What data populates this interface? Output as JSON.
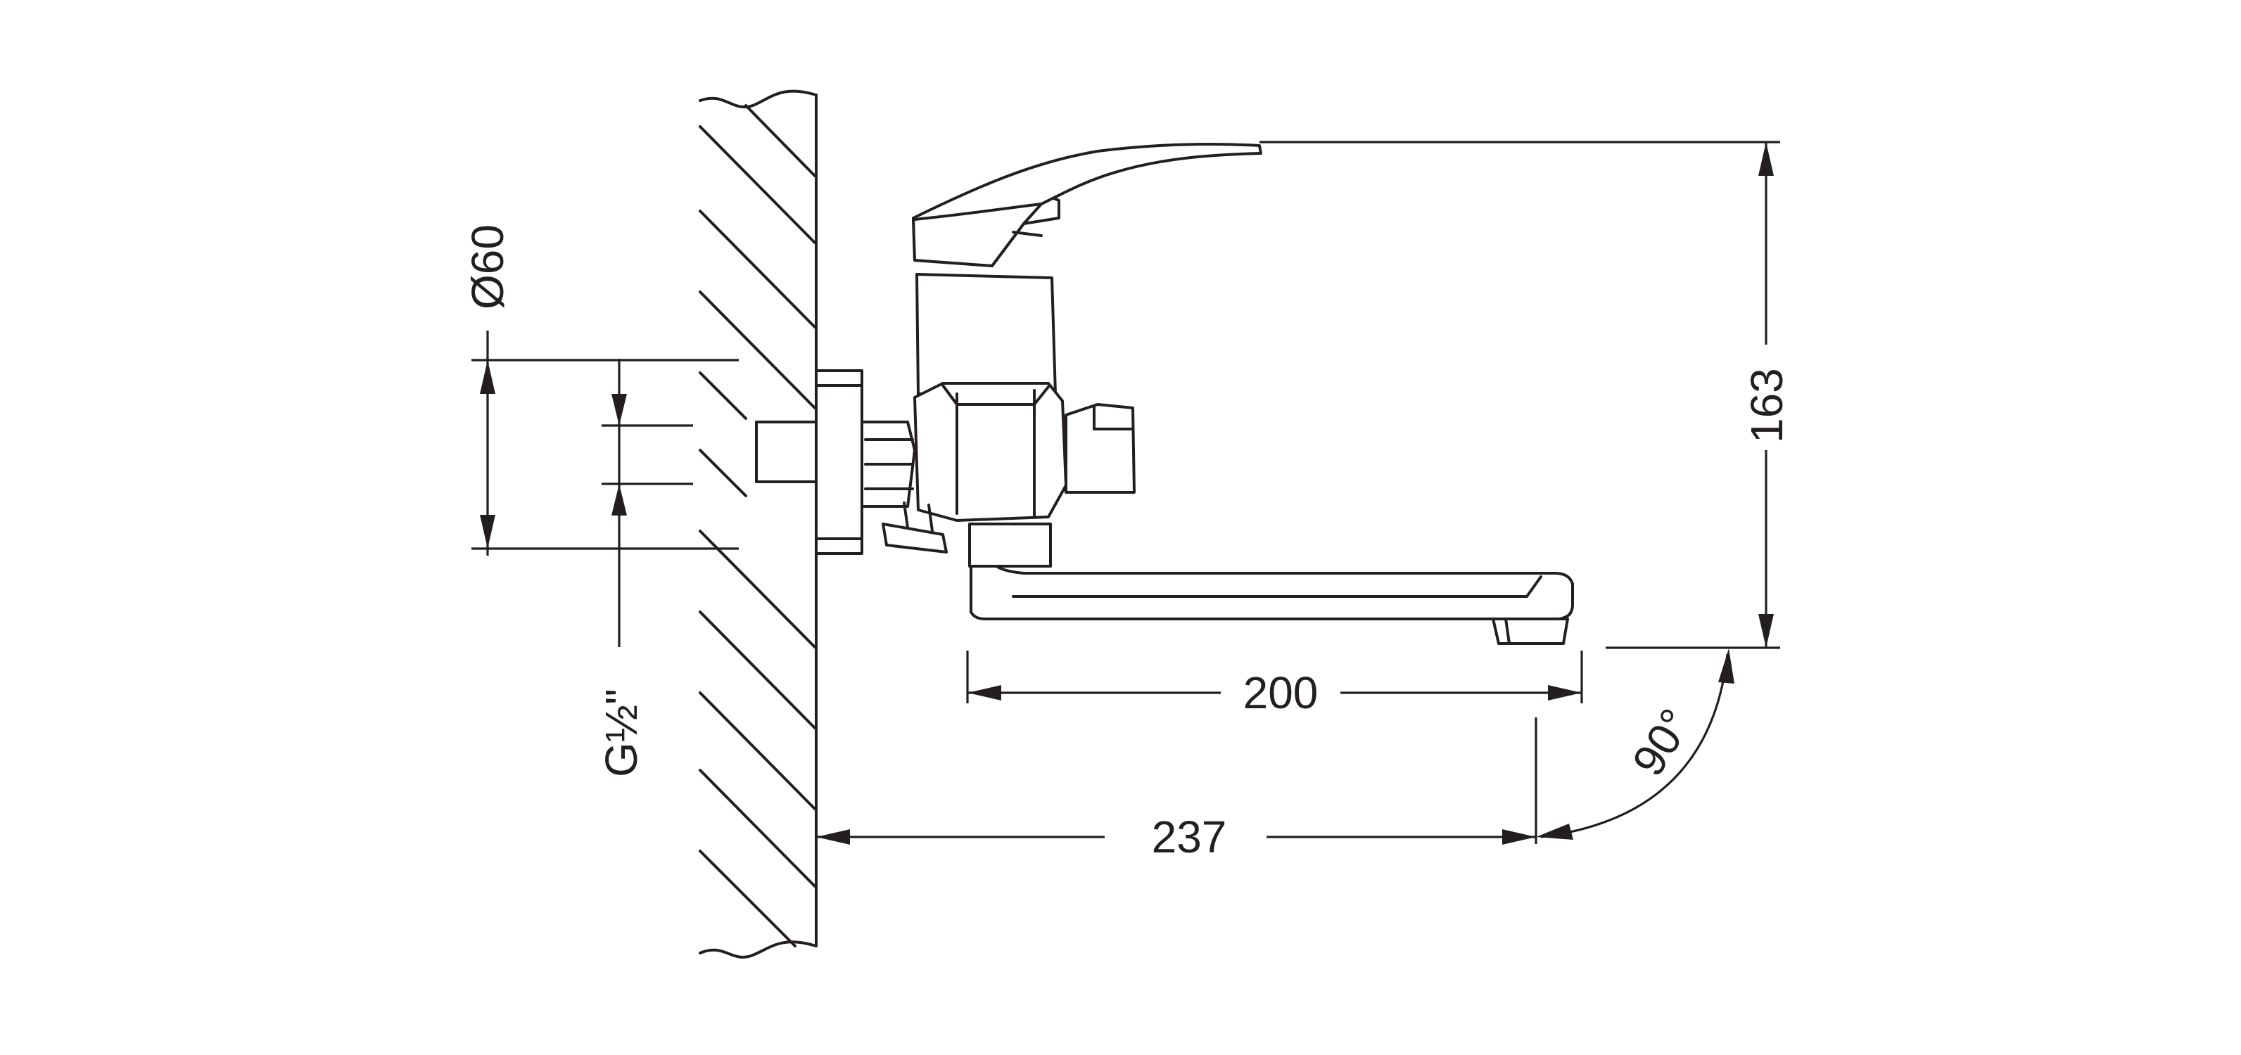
{
  "drawing": {
    "subject": "wall-mounted single-lever basin mixer",
    "dimensions": {
      "flange_diameter": "Ø60",
      "thread": "G½\"",
      "height": "163",
      "spout_reach": "200",
      "projection": "237",
      "swivel_angle": "90°"
    }
  }
}
